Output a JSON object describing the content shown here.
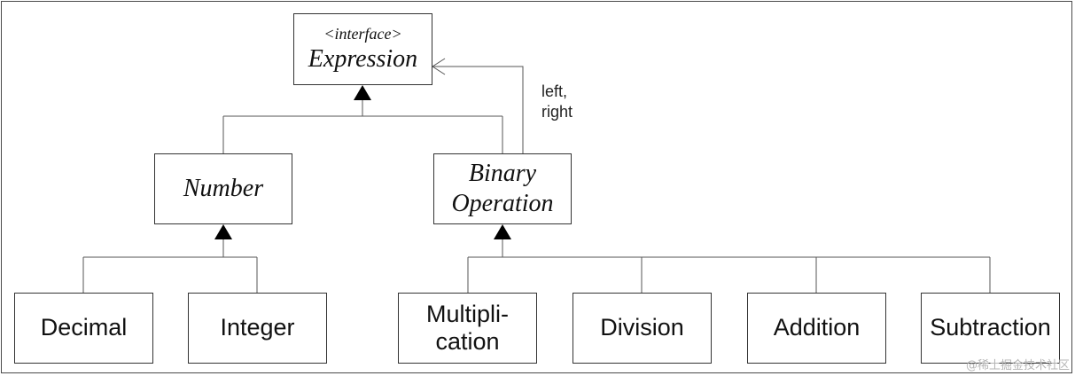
{
  "diagram": {
    "expression": {
      "stereotype": "<interface>",
      "name": "Expression"
    },
    "number": {
      "name": "Number"
    },
    "binary_operation": {
      "name_line1": "Binary",
      "name_line2": "Operation"
    },
    "association_label": {
      "line1": "left,",
      "line2": "right"
    },
    "leaves": {
      "decimal": "Decimal",
      "integer": "Integer",
      "multiplication_line1": "Multipli-",
      "multiplication_line2": "cation",
      "division": "Division",
      "addition": "Addition",
      "subtraction": "Subtraction"
    }
  },
  "watermark": "@稀土掘金技术社区"
}
